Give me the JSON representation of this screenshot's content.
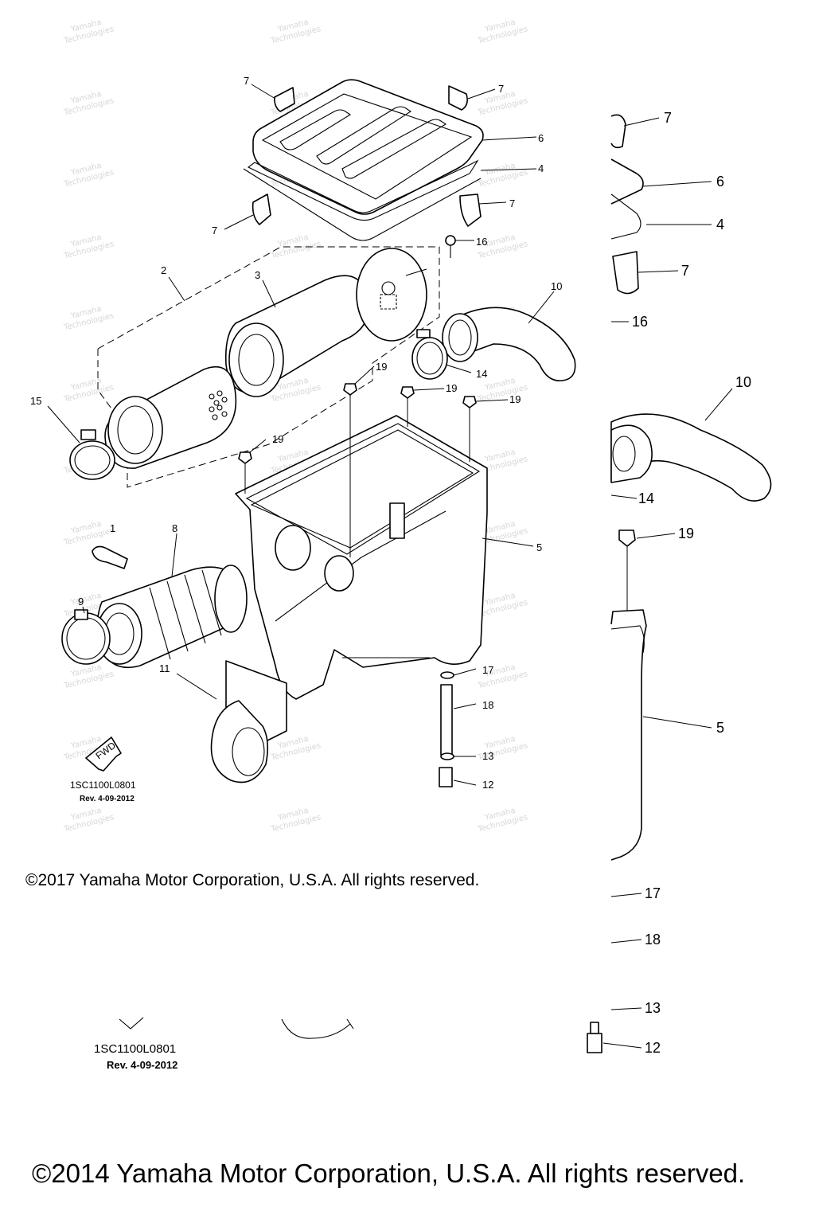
{
  "diagram": {
    "callouts_main": [
      {
        "id": "c7a",
        "text": "7"
      },
      {
        "id": "c7b",
        "text": "7"
      },
      {
        "id": "c7c",
        "text": "7"
      },
      {
        "id": "c7d",
        "text": "7"
      },
      {
        "id": "c6",
        "text": "6"
      },
      {
        "id": "c4",
        "text": "4"
      },
      {
        "id": "c16",
        "text": "16"
      },
      {
        "id": "c2",
        "text": "2"
      },
      {
        "id": "c3",
        "text": "3"
      },
      {
        "id": "c10",
        "text": "10"
      },
      {
        "id": "c14",
        "text": "14"
      },
      {
        "id": "c19a",
        "text": "19"
      },
      {
        "id": "c19b",
        "text": "19"
      },
      {
        "id": "c19c",
        "text": "19"
      },
      {
        "id": "c19d",
        "text": "19"
      },
      {
        "id": "c15",
        "text": "15"
      },
      {
        "id": "c1",
        "text": "1"
      },
      {
        "id": "c8",
        "text": "8"
      },
      {
        "id": "c9",
        "text": "9"
      },
      {
        "id": "c5",
        "text": "5"
      },
      {
        "id": "c11",
        "text": "11"
      },
      {
        "id": "c17",
        "text": "17"
      },
      {
        "id": "c18",
        "text": "18"
      },
      {
        "id": "c13",
        "text": "13"
      },
      {
        "id": "c12",
        "text": "12"
      }
    ],
    "callouts_zoom": [
      {
        "id": "z7a",
        "text": "7"
      },
      {
        "id": "z6",
        "text": "6"
      },
      {
        "id": "z4",
        "text": "4"
      },
      {
        "id": "z7b",
        "text": "7"
      },
      {
        "id": "z16",
        "text": "16"
      },
      {
        "id": "z10",
        "text": "10"
      },
      {
        "id": "z14",
        "text": "14"
      },
      {
        "id": "z19",
        "text": "19"
      },
      {
        "id": "z5",
        "text": "5"
      },
      {
        "id": "z17",
        "text": "17"
      },
      {
        "id": "z18",
        "text": "18"
      },
      {
        "id": "z13",
        "text": "13"
      },
      {
        "id": "z12",
        "text": "12"
      }
    ],
    "fwd_label": "FWD",
    "ref_code_small": "1SC1100L0801",
    "ref_rev_small": "Rev. 4-09-2012",
    "ref_code_large": "1SC1100L0801",
    "ref_rev_large": "Rev. 4-09-2012",
    "watermark": "Yamaha Technologies"
  },
  "copyright_top": "©2017 Yamaha Motor Corporation, U.S.A. All rights reserved.",
  "copyright_bottom": "©2014 Yamaha Motor Corporation, U.S.A. All rights reserved."
}
